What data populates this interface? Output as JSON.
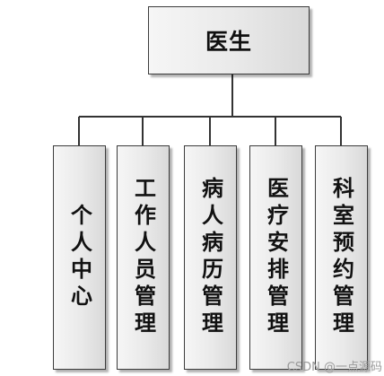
{
  "root": {
    "label": "医生"
  },
  "children": [
    {
      "label": "个人中心"
    },
    {
      "label": "工作人员管理"
    },
    {
      "label": "病人病历管理"
    },
    {
      "label": "医疗安排管理"
    },
    {
      "label": "科室预约管理"
    }
  ],
  "watermark": "CSDN @一点源码"
}
